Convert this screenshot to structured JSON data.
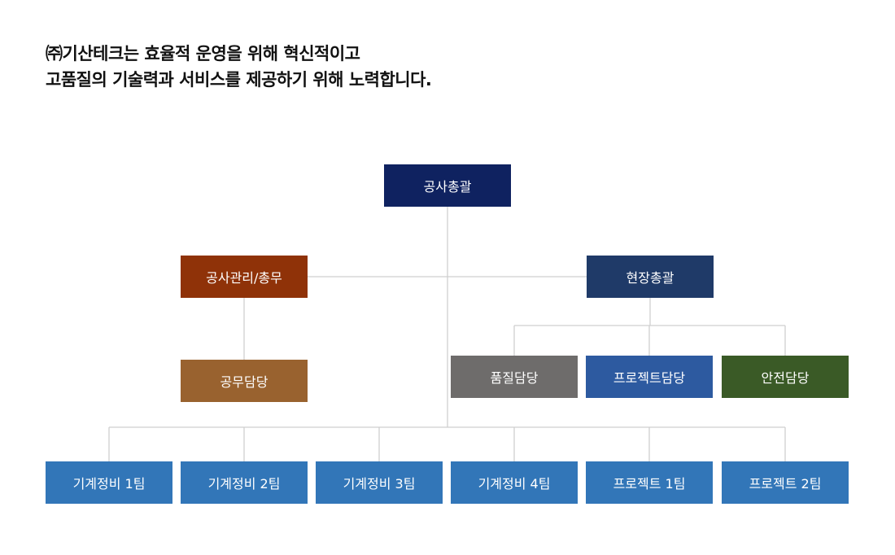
{
  "headline": {
    "line1": "㈜기산테크는 효율적 운영을 위해 혁신적이고",
    "line2": "고품질의 기술력과 서비스를 제공하기 위해 노력합니다."
  },
  "org": {
    "top": {
      "label": "공사총괄",
      "color": "#0f2260"
    },
    "management": {
      "label": "공사관리/총무",
      "color": "#8f3208"
    },
    "site": {
      "label": "현장총괄",
      "color": "#1f3a68"
    },
    "construction_affairs": {
      "label": "공무담당",
      "color": "#99622f"
    },
    "quality": {
      "label": "품질담당",
      "color": "#6e6c6b"
    },
    "project": {
      "label": "프로젝트담당",
      "color": "#2d5aa0"
    },
    "safety": {
      "label": "안전담당",
      "color": "#3a5a26"
    },
    "teams": [
      {
        "label": "기계정비 1팀",
        "color": "#3276b8"
      },
      {
        "label": "기계정비 2팀",
        "color": "#3276b8"
      },
      {
        "label": "기계정비 3팀",
        "color": "#3276b8"
      },
      {
        "label": "기계정비 4팀",
        "color": "#3276b8"
      },
      {
        "label": "프로젝트 1팀",
        "color": "#3276b8"
      },
      {
        "label": "프로젝트 2팀",
        "color": "#3276b8"
      }
    ]
  }
}
